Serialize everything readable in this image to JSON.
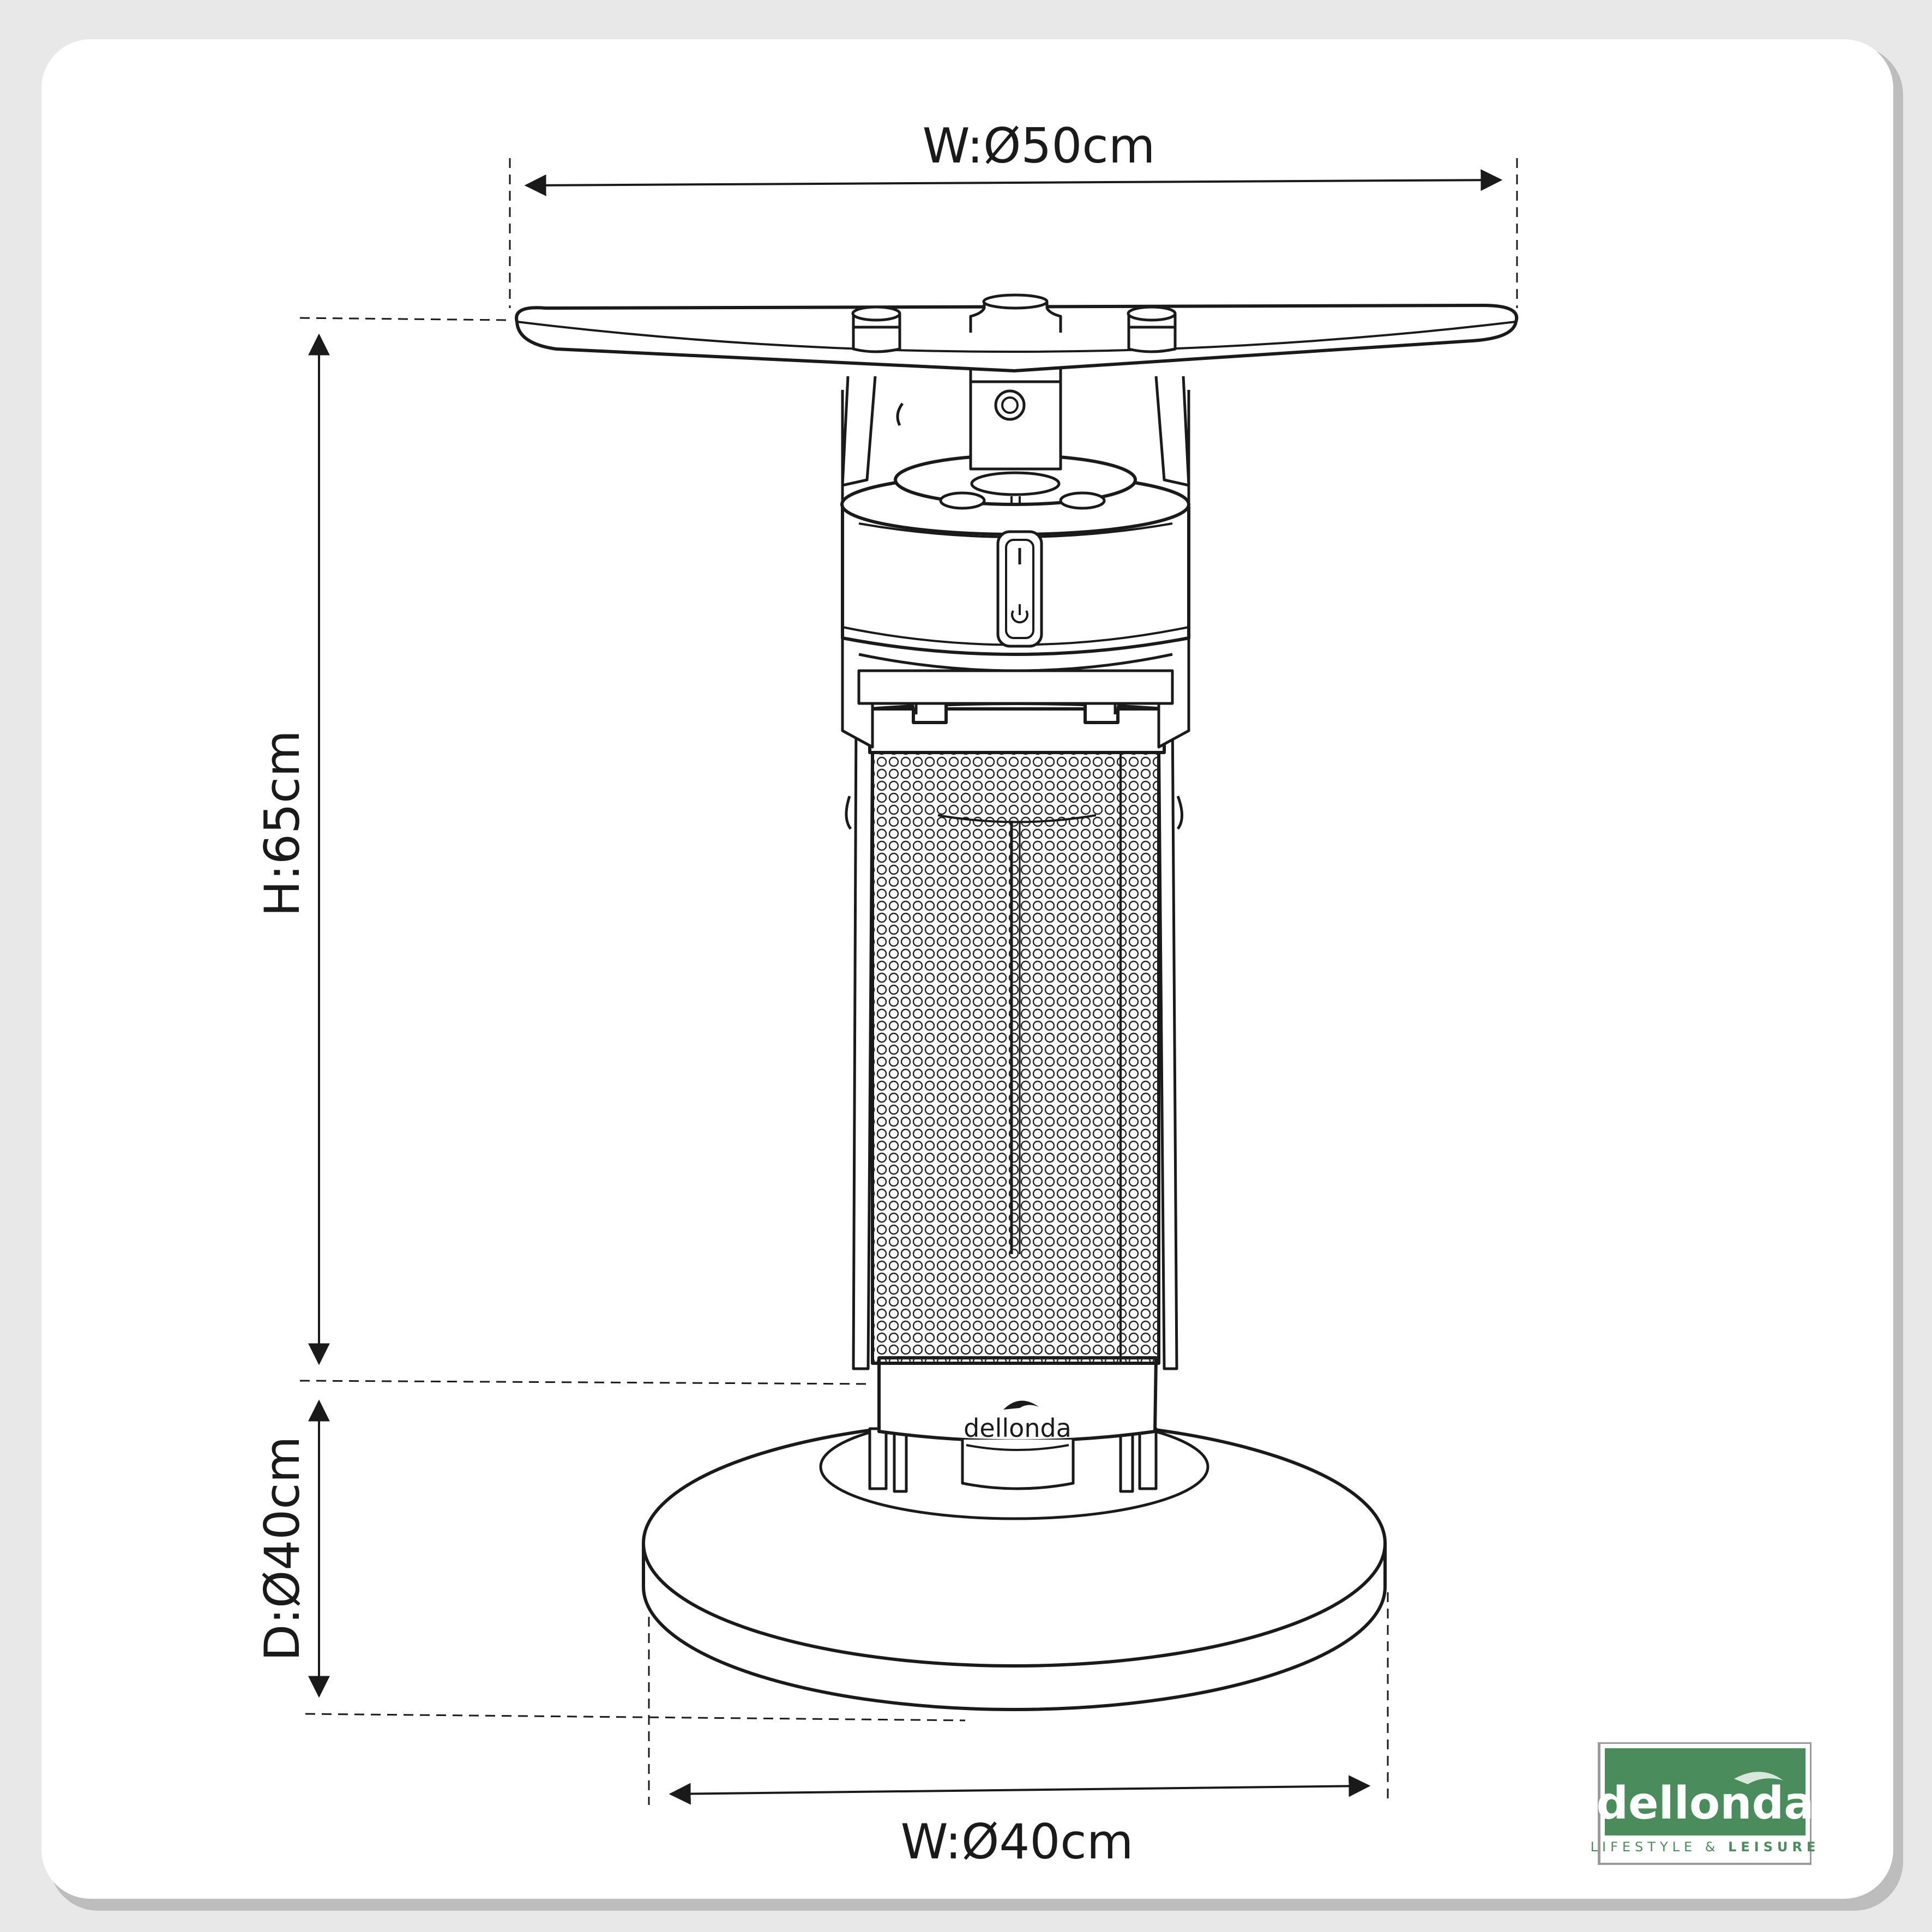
{
  "dimensions": {
    "top_width": "W:Ø50cm",
    "height": "H:65cm",
    "base_depth": "D:Ø40cm",
    "base_width": "W:Ø40cm"
  },
  "product": {
    "brand_label": "dellonda"
  },
  "logo": {
    "brand": "dellonda",
    "tagline_light": "LIFESTYLE & ",
    "tagline_bold": "LEISURE",
    "color": "#4a8c5c"
  }
}
